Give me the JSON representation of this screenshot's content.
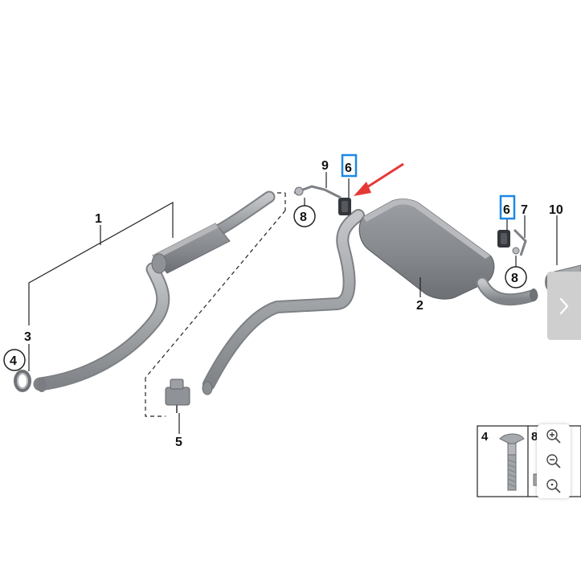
{
  "callouts": {
    "n1": "1",
    "n2": "2",
    "n3": "3",
    "n4": "4",
    "n5": "5",
    "n6a": "6",
    "n6b": "6",
    "n7": "7",
    "n8a": "8",
    "n8b": "8",
    "n9": "9",
    "n10": "10"
  },
  "inset": {
    "num_a": "4",
    "num_b": "8"
  },
  "colors": {
    "part_gray": "#a9abae",
    "part_dark": "#6f7276",
    "highlight_box": "#1e88e5",
    "arrow": "#e53935",
    "nav_button": "#cfcfcf"
  },
  "icons": {
    "next": "chevron-right-icon",
    "zoom_in": "zoom-in-icon",
    "zoom_out": "zoom-out-icon",
    "zoom_reset": "zoom-reset-icon"
  }
}
